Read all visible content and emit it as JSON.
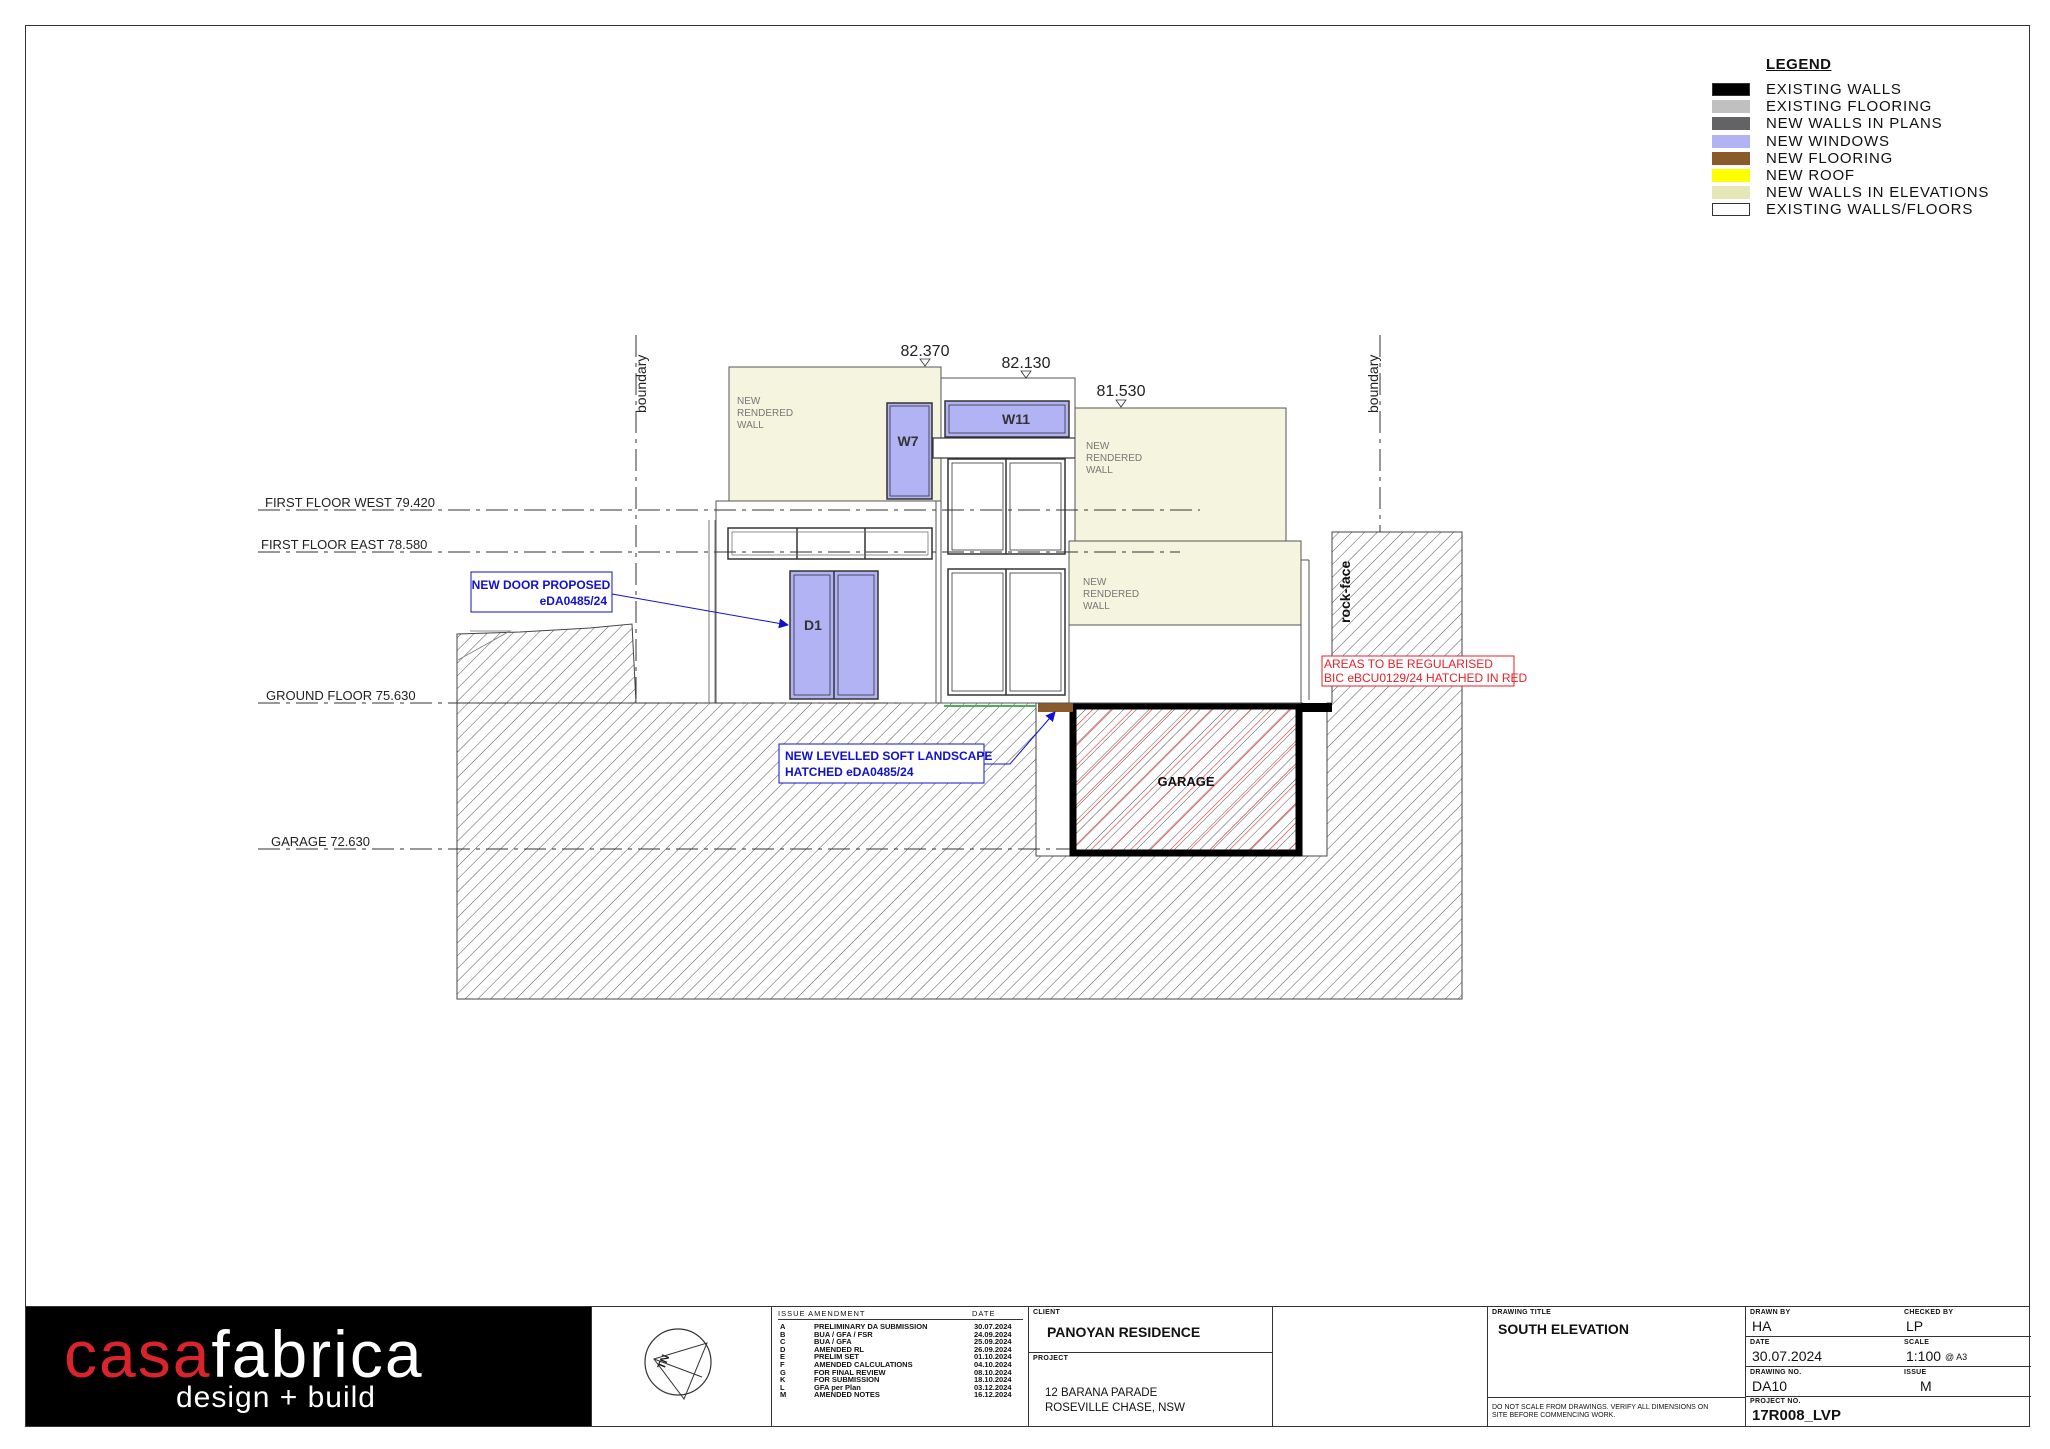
{
  "legend": {
    "title": "LEGEND",
    "items": [
      {
        "label": "EXISTING WALLS",
        "color": "#000000"
      },
      {
        "label": "EXISTING FLOORING",
        "color": "#c0c0c0"
      },
      {
        "label": "NEW WALLS IN PLANS",
        "color": "#636366"
      },
      {
        "label": "NEW WINDOWS",
        "color": "#b2b3f5"
      },
      {
        "label": "NEW FLOORING",
        "color": "#8a5a2b"
      },
      {
        "label": "NEW ROOF",
        "color": "#ffff00"
      },
      {
        "label": "NEW WALLS IN ELEVATIONS",
        "color": "#e6e6b8"
      },
      {
        "label": "EXISTING WALLS/FLOORS",
        "color": "#ffffff"
      }
    ]
  },
  "levels": {
    "first_floor_west": "FIRST FLOOR WEST 79.420",
    "first_floor_east": "FIRST FLOOR EAST 78.580",
    "ground_floor": "GROUND FLOOR 75.630",
    "garage": "GARAGE 72.630"
  },
  "heights": {
    "h1": "82.370",
    "h2": "82.130",
    "h3": "81.530"
  },
  "labels": {
    "boundary": "boundary",
    "rock_face": "rock-face",
    "new_rendered_wall": [
      "NEW",
      "RENDERED",
      "WALL"
    ],
    "w7": "W7",
    "w11": "W11",
    "d1": "D1",
    "garage": "GARAGE"
  },
  "callouts": {
    "new_door": [
      "NEW DOOR PROPOSED",
      "eDA0485/24"
    ],
    "landscape": [
      "NEW LEVELLED SOFT LANDSCAPE",
      "HATCHED eDA0485/24"
    ],
    "regularised": [
      "AREAS TO BE REGULARISED",
      "BIC eBCU0129/24 HATCHED IN RED"
    ]
  },
  "colors": {
    "render_wall": "#f5f4df",
    "window": "#b2b3f5",
    "callout_blue": "#1010d0",
    "red_hatch": "#e8212a",
    "flooring": "#8a5a2b"
  },
  "logo": {
    "casa": "casa",
    "fabrica": "fabrica",
    "tagline": "design + build"
  },
  "north_mark": "TN",
  "amendments": {
    "header_issue": "ISSUE AMENDMENT",
    "header_date": "DATE",
    "rows": [
      {
        "issue": "A",
        "desc": "PRELIMINARY DA SUBMISSION",
        "date": "30.07.2024"
      },
      {
        "issue": "B",
        "desc": "BUA / GFA / FSR",
        "date": "24.09.2024"
      },
      {
        "issue": "C",
        "desc": "BUA / GFA",
        "date": "25.09.2024"
      },
      {
        "issue": "D",
        "desc": "AMENDED RL",
        "date": "26.09.2024"
      },
      {
        "issue": "E",
        "desc": "PRELIM SET",
        "date": "01.10.2024"
      },
      {
        "issue": "F",
        "desc": "AMENDED CALCULATIONS",
        "date": "04.10.2024"
      },
      {
        "issue": "G",
        "desc": "FOR FINAL REVIEW",
        "date": "08.10.2024"
      },
      {
        "issue": "K",
        "desc": "FOR SUBMISSION",
        "date": "18.10.2024"
      },
      {
        "issue": "L",
        "desc": "GFA per Plan",
        "date": "03.12.2024"
      },
      {
        "issue": "M",
        "desc": "AMENDED NOTES",
        "date": "16.12.2024"
      }
    ]
  },
  "client": {
    "label": "CLIENT",
    "value": "PANOYAN RESIDENCE"
  },
  "project": {
    "label": "PROJECT",
    "line1": "12 BARANA PARADE",
    "line2": "ROSEVILLE CHASE, NSW"
  },
  "drawing_title": {
    "label": "DRAWING TITLE",
    "value": "SOUTH ELEVATION"
  },
  "disclaimer": [
    "DO NOT SCALE FROM DRAWINGS.   VERIFY ALL DIMENSIONS ON",
    "SITE BEFORE COMMENCING WORK."
  ],
  "meta": {
    "drawn_by_label": "DRAWN BY",
    "drawn_by": "HA",
    "checked_by_label": "CHECKED BY",
    "checked_by": "LP",
    "date_label": "DATE",
    "date": "30.07.2024",
    "scale_label": "SCALE",
    "scale": "1:100",
    "scale_suffix": "@ A3",
    "drawing_no_label": "DRAWING NO.",
    "drawing_no": "DA10",
    "issue_label": "ISSUE",
    "issue": "M",
    "project_no_label": "PROJECT NO.",
    "project_no": "17R008_LVP"
  }
}
